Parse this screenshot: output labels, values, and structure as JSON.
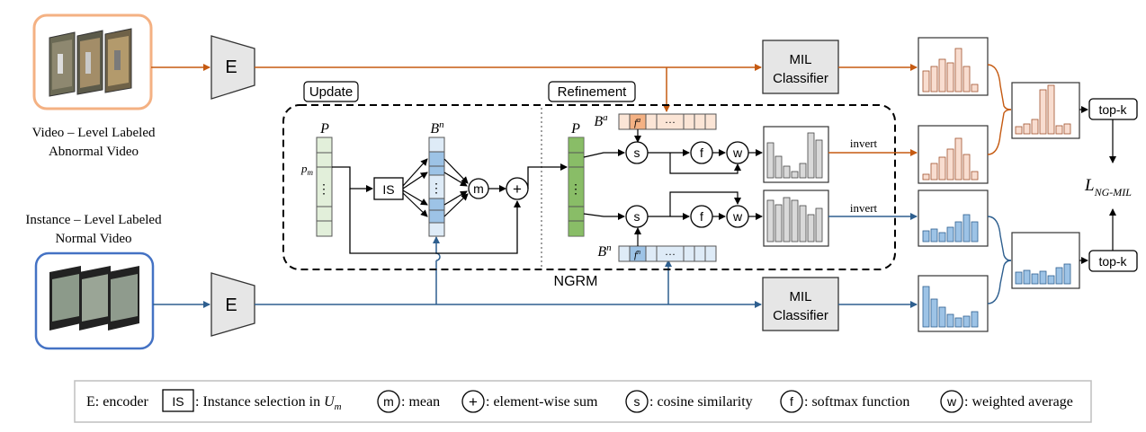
{
  "video_abnormal": {
    "line1": "Video – Level Labeled",
    "line2": "Abnormal Video"
  },
  "video_normal": {
    "line1": "Instance – Level Labeled",
    "line2": "Normal  Video"
  },
  "encoder_top": "E",
  "encoder_bottom": "E",
  "mil_top": {
    "line1": "MIL",
    "line2": "Classifier"
  },
  "mil_bottom": {
    "line1": "MIL",
    "line2": "Classifier"
  },
  "update_label": "Update",
  "refinement_label": "Refinement",
  "ngrm_label": "NGRM",
  "p_left": "P",
  "p_right": "P",
  "pm_label": "p",
  "pm_sub": "m",
  "is_label": "IS",
  "bn_label": "B",
  "bn_sup": "n",
  "m_node": "m",
  "plus_node": "+",
  "ba_label": "B",
  "ba_sup": "a",
  "bn2_label": "B",
  "bn2_sup": "n",
  "s_node": "s",
  "f_node": "f",
  "w_node": "w",
  "invert_top": "invert",
  "invert_bottom": "invert",
  "topk_top": "top-k",
  "topk_bottom": "top-k",
  "loss": {
    "main": "L",
    "sub": "NG-MIL"
  },
  "vdots": "⋮",
  "hdots": "···",
  "fa": "f",
  "fa_sup": "a",
  "fn": "f",
  "fn_sup": "n",
  "legend": {
    "encoder": "E: encoder",
    "is_box": "IS",
    "is_text": ": Instance selection in ",
    "is_u": "U",
    "is_u_sub": "m",
    "m_circle": "m",
    "m_text": ": mean",
    "plus_circle": "+",
    "plus_text": ": element-wise sum",
    "s_circle": "s",
    "s_text": ": cosine similarity",
    "f_circle": "f",
    "f_text": ": softmax function",
    "w_circle": "w",
    "w_text": ": weighted average"
  },
  "colors": {
    "orange": "#c55a11",
    "blue": "#2e5f8f",
    "abnormal_border": "#f4b183",
    "normal_border": "#4472c4",
    "pink_bar": "#f8ddd0",
    "blue_bar": "#9dc3e6",
    "gray_bar": "#d9d9d9",
    "green_cell": "#e2efda",
    "green_dark": "#70ad47",
    "blue_cell": "#deebf7",
    "orange_cell": "#f4b183"
  }
}
